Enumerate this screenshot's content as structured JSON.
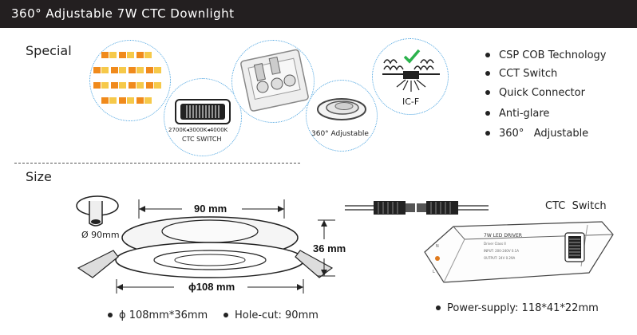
{
  "header": {
    "title": "360° Adjustable 7W CTC Downlight"
  },
  "special": {
    "heading": "Special",
    "switch_temps": "2700K◂3000K◂4000K",
    "switch_label": "CTC SWITCH",
    "adjustable_label": "360° Adjustable",
    "icf_label": "IC-F",
    "features": [
      "CSP COB Technology",
      "CCT Switch",
      "Quick Connector",
      "Anti-glare",
      "360°   Adjustable"
    ]
  },
  "size": {
    "heading": "Size",
    "cut_diameter": "Ø 90mm",
    "top_width": "90 mm",
    "height": "36 mm",
    "bottom_width": "ɸ108 mm",
    "bullets": [
      "ɸ 108mm*36mm",
      "Hole-cut: 90mm"
    ],
    "ctc_switch_label": "CTC  Switch",
    "driver_title": "7W LED DRIVER",
    "driver_class": "Driver Class II",
    "driver_input": "INPUT:  200-240V  0.1A",
    "driver_output": "OUTPUT:  24V  0.29A",
    "driver_letters": [
      "N",
      "L"
    ],
    "power_supply": "Power-supply: 118*41*22mm"
  },
  "colors": {
    "accent_dots": "#4aa3e0",
    "led_orange": "#f08a1c",
    "led_yellow": "#f6c94a",
    "check_green": "#2bb24c"
  }
}
